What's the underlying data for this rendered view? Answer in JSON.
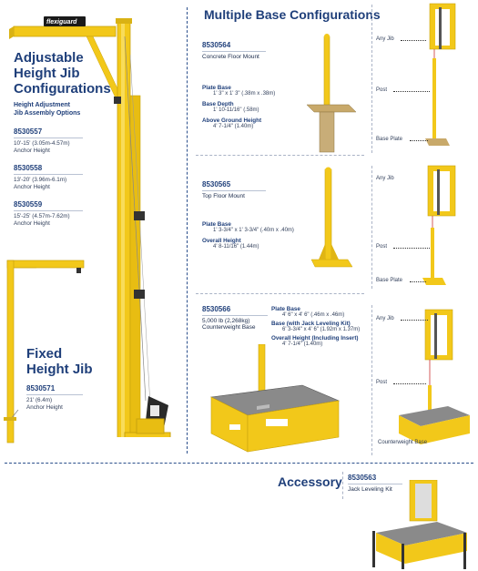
{
  "left": {
    "brand": "flexiguard",
    "title_lines": [
      "Adjustable",
      "Height Jib",
      "Configurations"
    ],
    "subtitle_lines": [
      "Height Adjustment",
      "Jib Assembly Options"
    ],
    "options": [
      {
        "part": "8530557",
        "range": "10'-15' (3.05m-4.57m)",
        "label": "Anchor Height"
      },
      {
        "part": "8530558",
        "range": "13'-20' (3.96m-6.1m)",
        "label": "Anchor Height"
      },
      {
        "part": "8530559",
        "range": "15'-25' (4.57m-7.62m)",
        "label": "Anchor Height"
      }
    ],
    "fixed_title_lines": [
      "Fixed",
      "Height Jib"
    ],
    "fixed": {
      "part": "8530571",
      "range": "21' (6.4m)",
      "label": "Anchor Height"
    }
  },
  "bases": {
    "heading": "Multiple Base Configurations",
    "concrete": {
      "part": "8530564",
      "name": "Concrete Floor Mount",
      "specs": [
        {
          "h": "Plate Base",
          "v": "1' 3\" x 1' 3\" (.38m x .38m)"
        },
        {
          "h": "Base Depth",
          "v": "1' 10-11/16\" (.58m)"
        },
        {
          "h": "Above Ground Height",
          "v": "4' 7-1/4\" (1.40m)"
        }
      ],
      "callouts": [
        "Any Jib",
        "Post",
        "Base Plate"
      ]
    },
    "top": {
      "part": "8530565",
      "name": "Top Floor Mount",
      "specs": [
        {
          "h": "Plate Base",
          "v": "1' 3-3/4\" x 1' 3-3/4\" (.40m x .40m)"
        },
        {
          "h": "Overall Height",
          "v": "4' 8-11/16\" (1.44m)"
        }
      ],
      "callouts": [
        "Any Jib",
        "Post",
        "Base Plate"
      ]
    },
    "counter": {
      "part": "8530566",
      "name_lines": [
        "5,000 lb (2,268kg)",
        "Counterweight Base"
      ],
      "specs": [
        {
          "h": "Plate Base",
          "v": "4' 6\" x 4' 6\" (.46m x .46m)"
        },
        {
          "h": "Base (with Jack Leveling Kit)",
          "v": "6' 3-3/4\" x 4' 6\" (1.92m x 1.37m)"
        },
        {
          "h": "Overall Height (Including Insert)",
          "v": "4' 7-1/4\" (1.40m)"
        }
      ],
      "callouts": [
        "Any Jib",
        "Post",
        "Counterweight Base"
      ]
    }
  },
  "accessory": {
    "heading": "Accessory",
    "part": "8530563",
    "name": "Jack Leveling Kit"
  },
  "colors": {
    "navy": "#1f3f7a",
    "yellow": "#f2c81a",
    "dashed": "#2b4f8c"
  }
}
